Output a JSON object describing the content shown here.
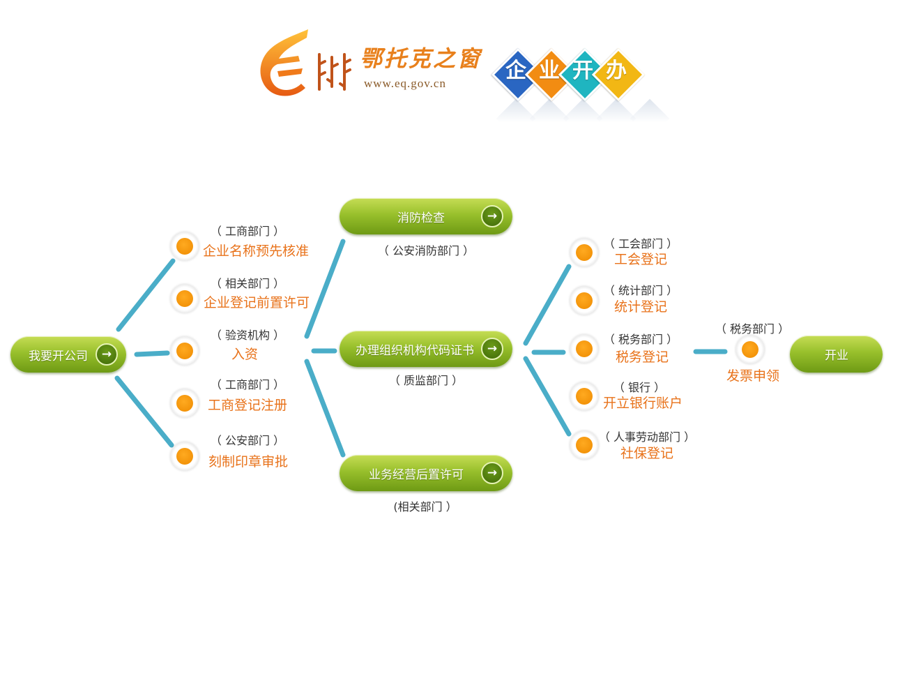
{
  "header": {
    "site_name": "鄂托克之窗",
    "site_url": "www.eq.gov.cn",
    "banner_chars": [
      "企",
      "业",
      "开",
      "办"
    ],
    "banner_colors": [
      "#2a66c2",
      "#f28c12",
      "#1fb5c0",
      "#f2b714"
    ]
  },
  "flow": {
    "start": {
      "label": "我要开公司"
    },
    "stage1": [
      {
        "dept": "（ 工商部门 ）",
        "step": "企业名称预先核准"
      },
      {
        "dept": "（ 相关部门 ）",
        "step": "企业登记前置许可"
      },
      {
        "dept": "（ 验资机构 ）",
        "step": "入资"
      },
      {
        "dept": "（ 工商部门 ）",
        "step": "工商登记注册"
      },
      {
        "dept": "（ 公安部门 ）",
        "step": "刻制印章审批"
      }
    ],
    "stage2": [
      {
        "label": "消防检查",
        "dept": "（ 公安消防部门 ）"
      },
      {
        "label": "办理组织机构代码证书",
        "dept": "（ 质监部门 ）"
      },
      {
        "label": "业务经营后置许可",
        "dept": "(相关部门 ）"
      }
    ],
    "stage3": [
      {
        "dept": "（ 工会部门 ）",
        "step": "工会登记"
      },
      {
        "dept": "（ 统计部门 ）",
        "step": "统计登记"
      },
      {
        "dept": "（ 税务部门 ）",
        "step": "税务登记"
      },
      {
        "dept": "（ 银行 ）",
        "step": "开立银行账户"
      },
      {
        "dept": "（ 人事劳动部门 ）",
        "step": "社保登记"
      }
    ],
    "stage4": {
      "dept": "（ 税务部门 ）",
      "step": "发票申领"
    },
    "end": {
      "label": "开业"
    }
  },
  "icons": {
    "arrow": "→",
    "arrow_icon_name": "arrow-right-icon"
  },
  "colors": {
    "connector": "#4aadc8",
    "step_text": "#e8721a",
    "dot": "#f29100",
    "button_green": "#8ab51e"
  }
}
